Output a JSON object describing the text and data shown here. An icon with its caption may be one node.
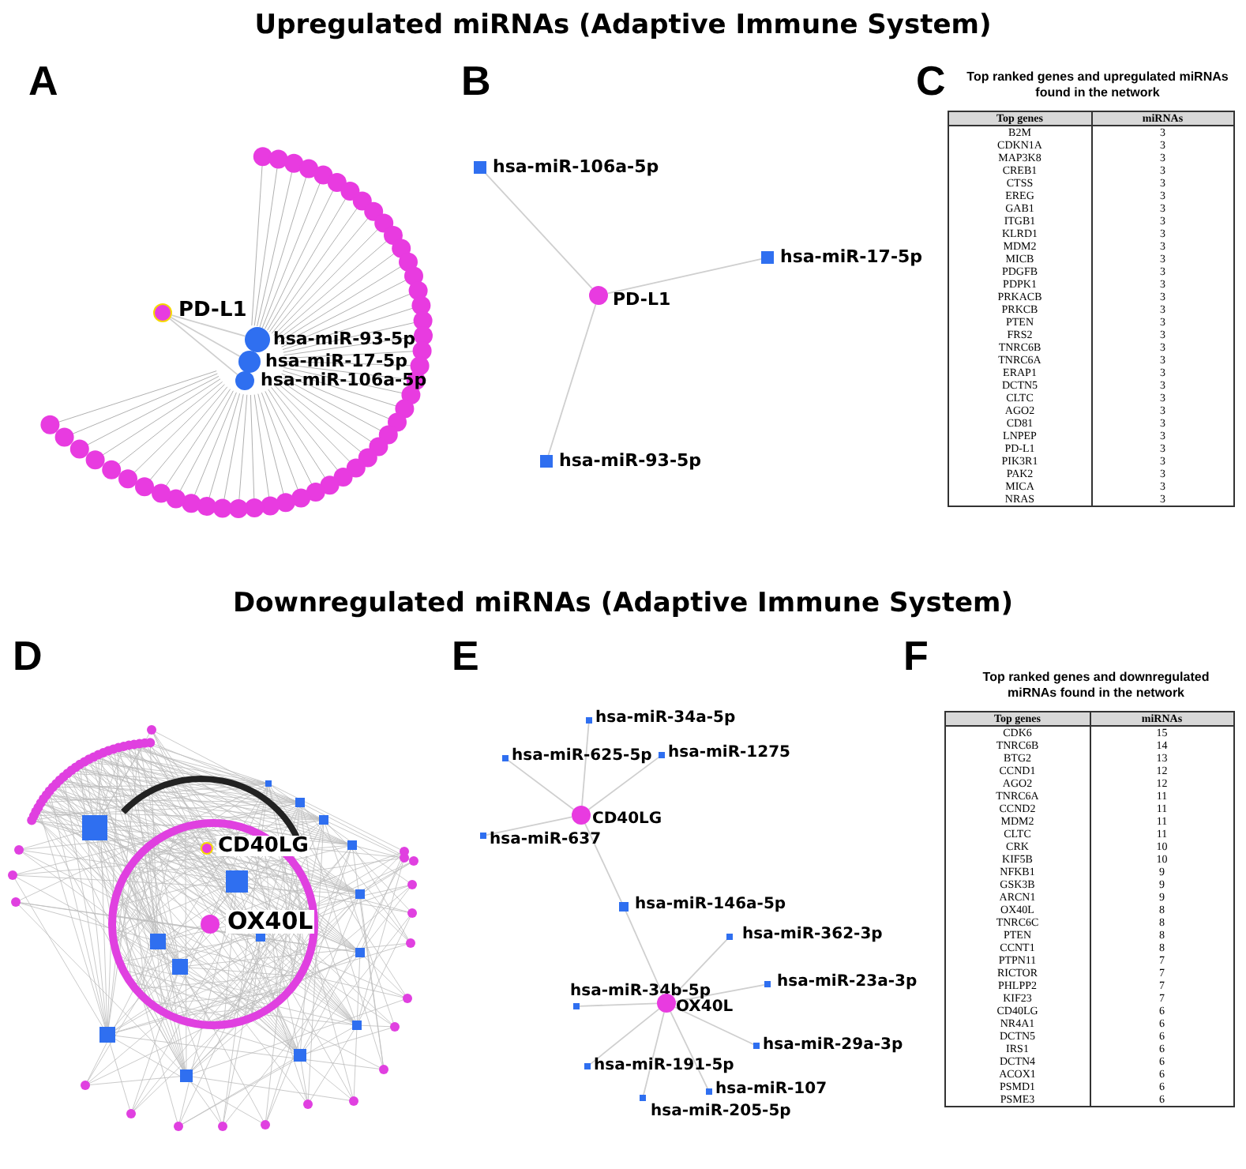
{
  "diagram": {
    "nodes": [
      {
        "text": [
          "PD-L1"
        ]
      },
      {
        "text": [
          "hsa-miR-93-5p"
        ]
      },
      {
        "text": [
          "hsa-miR-17-5p"
        ]
      },
      {
        "text": [
          "hsa-miR-106a-5p"
        ]
      },
      {
        "text": [
          "hsa-miR-106a-5p"
        ]
      },
      {
        "text": [
          "hsa-miR-17-5p"
        ]
      },
      {
        "text": [
          "PD-L1"
        ]
      },
      {
        "text": [
          "hsa-miR-93-5p"
        ]
      },
      {
        "text": [
          "CD40LG"
        ]
      },
      {
        "text": [
          "OX40L"
        ]
      },
      {
        "text": [
          "hsa-miR-34a-5p"
        ]
      },
      {
        "text": [
          "hsa-miR-625-5p"
        ]
      },
      {
        "text": [
          "hsa-miR-1275"
        ]
      },
      {
        "text": [
          "CD40LG"
        ]
      },
      {
        "text": [
          "hsa-miR-637"
        ]
      },
      {
        "text": [
          "hsa-miR-146a-5p"
        ]
      },
      {
        "text": [
          "hsa-miR-362-3p"
        ]
      },
      {
        "text": [
          "hsa-miR-34b-5p"
        ]
      },
      {
        "text": [
          "OX40L"
        ]
      },
      {
        "text": [
          "hsa-miR-23a-3p"
        ]
      },
      {
        "text": [
          "hsa-miR-29a-3p"
        ]
      },
      {
        "text": [
          "hsa-miR-191-5p"
        ]
      },
      {
        "text": [
          "hsa-miR-107"
        ]
      },
      {
        "text": [
          "hsa-miR-205-5p"
        ]
      }
    ],
    "edges": [
      {
        "from": 0,
        "to": 1,
        "arrow": "none"
      },
      {
        "from": 0,
        "to": 2,
        "arrow": "none"
      },
      {
        "from": 0,
        "to": 3,
        "arrow": "none"
      },
      {
        "from": 6,
        "to": 4,
        "arrow": "none"
      },
      {
        "from": 6,
        "to": 5,
        "arrow": "none"
      },
      {
        "from": 6,
        "to": 7,
        "arrow": "none"
      },
      {
        "from": 13,
        "to": 10,
        "arrow": "none"
      },
      {
        "from": 13,
        "to": 11,
        "arrow": "none"
      },
      {
        "from": 13,
        "to": 12,
        "arrow": "none"
      },
      {
        "from": 13,
        "to": 14,
        "arrow": "none"
      },
      {
        "from": 13,
        "to": 15,
        "arrow": "none"
      },
      {
        "from": 15,
        "to": 18,
        "arrow": "none"
      },
      {
        "from": 18,
        "to": 16,
        "arrow": "none"
      },
      {
        "from": 18,
        "to": 19,
        "arrow": "none"
      },
      {
        "from": 18,
        "to": 20,
        "arrow": "none"
      },
      {
        "from": 18,
        "to": 21,
        "arrow": "none"
      },
      {
        "from": 18,
        "to": 22,
        "arrow": "none"
      },
      {
        "from": 18,
        "to": 23,
        "arrow": "none"
      },
      {
        "from": 18,
        "to": 17,
        "arrow": "none"
      }
    ],
    "labels": [
      "Upregulated miRNAs (Adaptive Immune System)",
      "A",
      "B",
      "C",
      "Top ranked genes and upregulated miRNAs found in the network",
      "Top genes",
      "miRNAs",
      "B2M",
      "3",
      "CDKN1A",
      "3",
      "MAP3K8",
      "3",
      "CREB1",
      "3",
      "CTSS",
      "3",
      "EREG",
      "3",
      "GAB1",
      "3",
      "ITGB1",
      "3",
      "KLRD1",
      "3",
      "MDM2",
      "3",
      "MICB",
      "3",
      "PDGFB",
      "3",
      "PDPK1",
      "3",
      "PRKACB",
      "3",
      "PRKCB",
      "3",
      "PTEN",
      "3",
      "FRS2",
      "3",
      "TNRC6B",
      "3",
      "TNRC6A",
      "3",
      "ERAP1",
      "3",
      "DCTN5",
      "3",
      "CLTC",
      "3",
      "AGO2",
      "3",
      "CD81",
      "3",
      "LNPEP",
      "3",
      "PD-L1",
      "3",
      "PIK3R1",
      "3",
      "PAK2",
      "3",
      "MICA",
      "3",
      "NRAS",
      "3",
      "Downregulated miRNAs (Adaptive Immune System)",
      "D",
      "E",
      "F",
      "Top ranked genes and downregulated miRNAs found in the network",
      "Top genes",
      "miRNAs",
      "CDK6",
      "15",
      "TNRC6B",
      "14",
      "BTG2",
      "13",
      "CCND1",
      "12",
      "AGO2",
      "12",
      "TNRC6A",
      "11",
      "CCND2",
      "11",
      "MDM2",
      "11",
      "CLTC",
      "11",
      "CRK",
      "10",
      "KIF5B",
      "10",
      "NFKB1",
      "9",
      "GSK3B",
      "9",
      "ARCN1",
      "9",
      "OX40L",
      "8",
      "TNRC6C",
      "8",
      "PTEN",
      "8",
      "CCNT1",
      "8",
      "PTPN11",
      "7",
      "RICTOR",
      "7",
      "PHLPP2",
      "7",
      "KIF23",
      "7",
      "CD40LG",
      "6",
      "NR4A1",
      "6",
      "DCTN5",
      "6",
      "IRS1",
      "6",
      "DCTN4",
      "6",
      "ACOX1",
      "6",
      "PSMD1",
      "6",
      "PSME3",
      "6"
    ]
  }
}
